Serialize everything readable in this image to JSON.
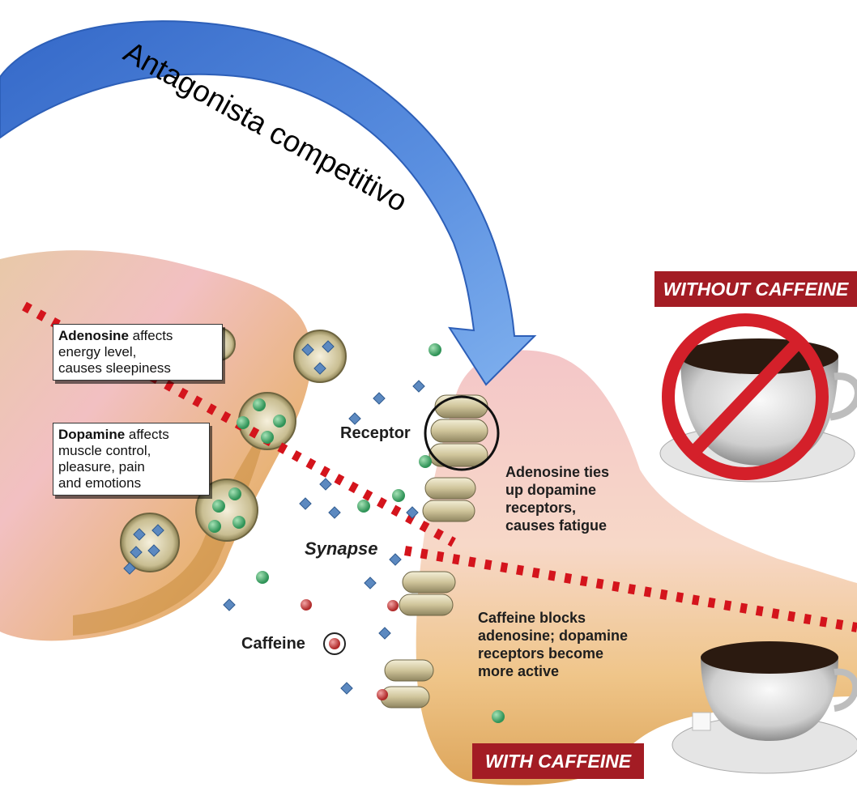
{
  "arrow_label": "Antagonista competitivo",
  "boxes": {
    "adenosine": {
      "term": "Adenosine",
      "line1": "affects",
      "line2": "energy level,",
      "line3": "causes sleepiness"
    },
    "dopamine": {
      "term": "Dopamine",
      "line1": "affects",
      "line2": "muscle control,",
      "line3": "pleasure, pain",
      "line4": "and emotions"
    }
  },
  "labels": {
    "receptor": "Receptor",
    "synapse": "Synapse",
    "caffeine": "Caffeine"
  },
  "captions": {
    "without": [
      "Adenosine ties",
      "up dopamine",
      "receptors,",
      "causes fatigue"
    ],
    "with": [
      "Caffeine blocks",
      "adenosine; dopamine",
      "receptors become",
      "more active"
    ]
  },
  "banners": {
    "without": "WITHOUT CAFFEINE",
    "with": "WITH CAFFEINE"
  },
  "colors": {
    "arrow": "#4a78d4",
    "banner": "#a31c24",
    "dashed_divider": "#d4141c",
    "neuron_pink": "#f2c2c4",
    "neuron_tan": "#d9a554",
    "dopamine_dot": "#3fa764",
    "adenosine_diamond": "#5c89c0",
    "caffeine_dot": "#c23a3a"
  }
}
